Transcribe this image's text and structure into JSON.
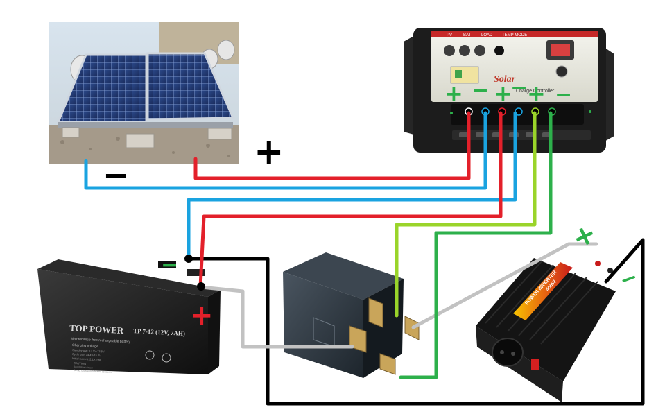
{
  "battery": {
    "brand_label": "TOP POWER",
    "model_label": "TP 7-12 (12V, 7AH)",
    "subtitle": "Maintenance-free rechargeable battery",
    "specs": [
      "Charging voltage",
      "Standby use: 13.5V-13.8V",
      "Cycle use: 14.4V-15.0V",
      "Initial current: 2.1A max"
    ],
    "caution": [
      "CAUTION",
      "Avoid short circuit",
      "Do not charge in a sealed container"
    ]
  },
  "controller": {
    "brand_label": "Solar",
    "model_label": "Charge Controller",
    "top_labels": [
      "PV",
      "BAT",
      "LOAD",
      "TEMP MODE"
    ]
  },
  "inverter": {
    "label": "POWER INVERTER",
    "rating": "400W"
  },
  "symbols": {
    "plus": "+",
    "minus": "−"
  },
  "colors": {
    "positive_wire": "#e3202a",
    "negative_wire": "#1aa3e0",
    "load_wire": "#9ad42a",
    "relay_wire": "#2db04b",
    "ground_wire": "#000000",
    "inverter_wire": "#c2c2c2",
    "plus_mark": "#2db04b",
    "minus_mark": "#2db04b"
  }
}
